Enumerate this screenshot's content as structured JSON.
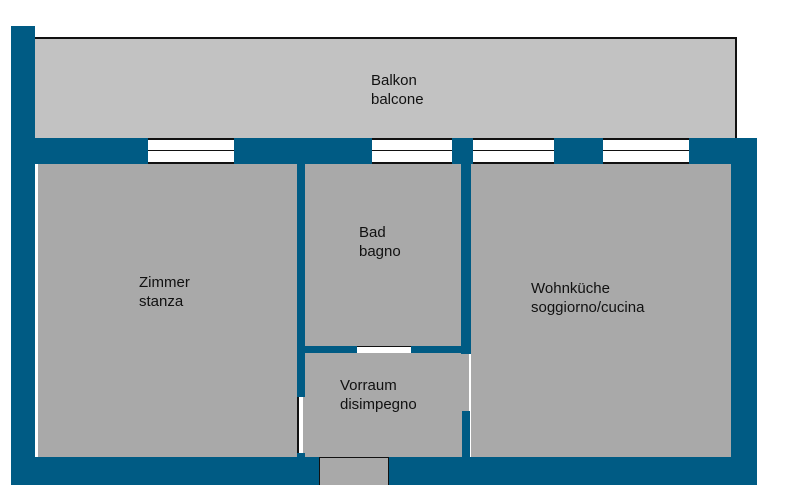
{
  "floorplan": {
    "rooms": {
      "balcony": {
        "de": "Balkon",
        "it": "balcone"
      },
      "room": {
        "de": "Zimmer",
        "it": "stanza"
      },
      "bath": {
        "de": "Bad",
        "it": "bagno"
      },
      "kitchen_living": {
        "de": "Wohnküche",
        "it": "soggiorno/cucina"
      },
      "entrance": {
        "de": "Vorraum",
        "it": "disimpegno"
      }
    },
    "colors": {
      "wall": "#005b84",
      "room": "#a9a9a9",
      "balcony": "#c2c2c2"
    }
  }
}
